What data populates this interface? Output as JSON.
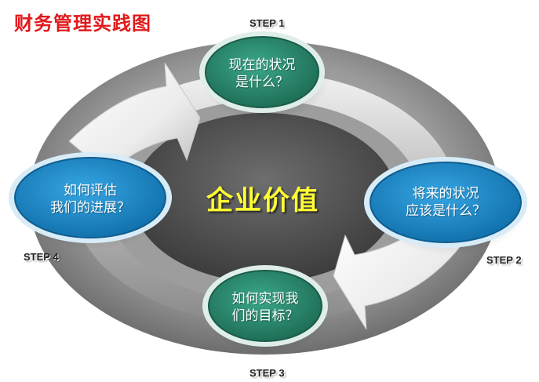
{
  "title": "财务管理实践图",
  "center": "企业价值",
  "steps": [
    {
      "label": "STEP 1",
      "line1": "现在的状况",
      "line2": "是什么？"
    },
    {
      "label": "STEP 2",
      "line1": "将来的状况",
      "line2": "应该是什么？"
    },
    {
      "label": "STEP 3",
      "line1": "如何实现我",
      "line2": "们的目标？"
    },
    {
      "label": "STEP 4",
      "line1": "如何评估",
      "line2": "我们的进展？"
    }
  ],
  "colors": {
    "title": "#e2191b",
    "center_text": "#ffff33",
    "green_circle": "#2f8f74",
    "blue_circle": "#1e8ed0"
  }
}
